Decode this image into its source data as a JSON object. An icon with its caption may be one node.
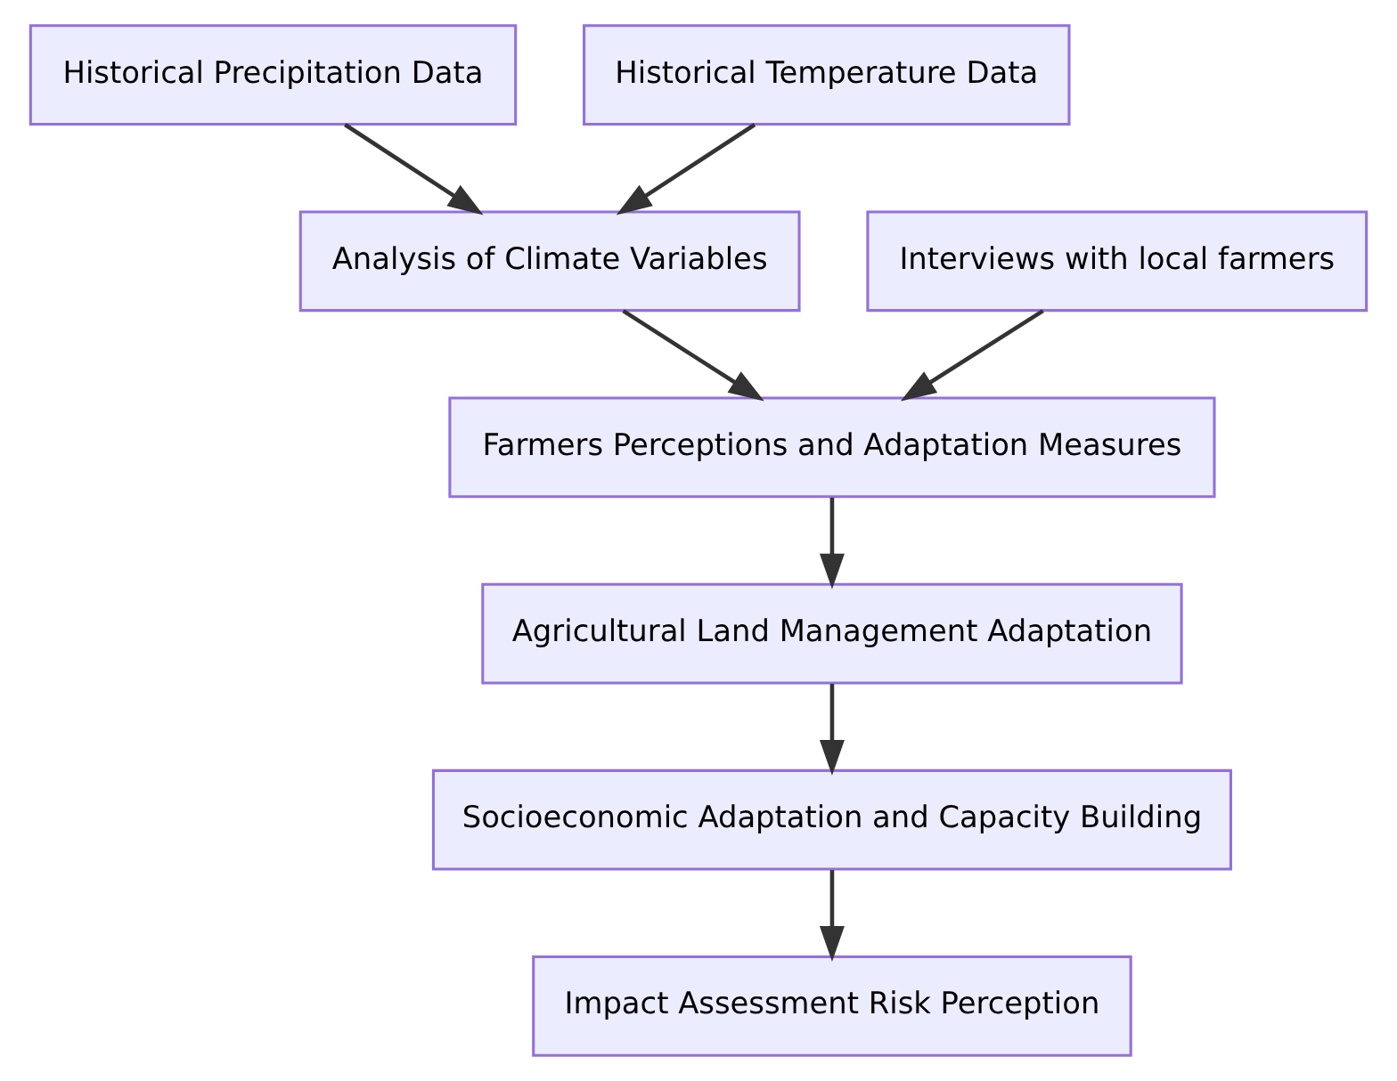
{
  "diagram": {
    "nodes": [
      {
        "text": [
          "Historical Precipitation Data"
        ]
      },
      {
        "text": [
          "Historical Temperature Data"
        ]
      },
      {
        "text": [
          "Analysis of Climate Variables"
        ]
      },
      {
        "text": [
          "Interviews with local farmers"
        ]
      },
      {
        "text": [
          "Farmers Perceptions and Adaptation Measures"
        ]
      },
      {
        "text": [
          "Agricultural Land Management Adaptation"
        ]
      },
      {
        "text": [
          "Socioeconomic Adaptation and Capacity Building"
        ]
      },
      {
        "text": [
          "Impact Assessment Risk Perception"
        ]
      }
    ],
    "edges": [
      {
        "from": 0,
        "to": 2,
        "arrow": "to"
      },
      {
        "from": 1,
        "to": 2,
        "arrow": "to"
      },
      {
        "from": 2,
        "to": 4,
        "arrow": "to"
      },
      {
        "from": 3,
        "to": 4,
        "arrow": "to"
      },
      {
        "from": 4,
        "to": 5,
        "arrow": "to"
      },
      {
        "from": 5,
        "to": 6,
        "arrow": "to"
      },
      {
        "from": 6,
        "to": 7,
        "arrow": "to"
      }
    ]
  }
}
